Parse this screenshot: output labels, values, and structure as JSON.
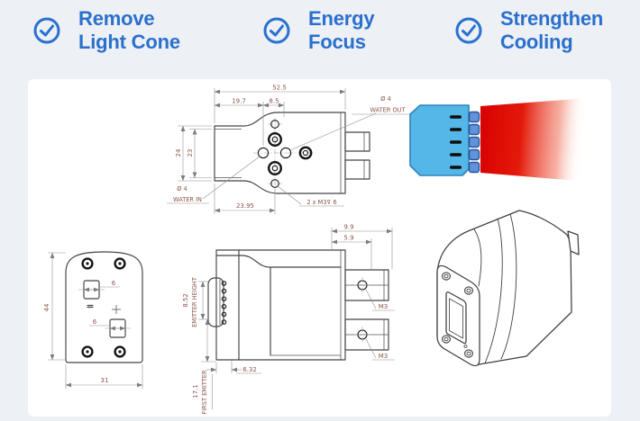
{
  "header": {
    "items": [
      {
        "line1": "Remove",
        "line2": "Light Cone"
      },
      {
        "line1": "Energy",
        "line2": "Focus"
      },
      {
        "line1": "Strengthen",
        "line2": "Cooling"
      }
    ]
  },
  "top_view": {
    "dim_overall": "52.5",
    "dim_left": "19.7",
    "dim_mid": "8.5",
    "dim_height_outer": "24",
    "dim_height_inner": "23",
    "dim_bottom": "23.95",
    "water_out_dia": "Ø 4",
    "water_out_label": "WATER OUT",
    "water_in_dia": "Ø 4",
    "water_in_label": "WATER IN",
    "thread_note": "2 x M3⊽ 6"
  },
  "front_view": {
    "dim_height": "44",
    "dim_width": "31",
    "dim_window_top": "6",
    "dim_window_bottom": "6"
  },
  "side_view": {
    "dim_tab_outer": "9.9",
    "dim_tab_inner": "5.9",
    "dim_emitter_height": "8.52",
    "label_emitter_height": "EMITTER HEIGHT",
    "dim_first_emitter": "17.1",
    "label_first_emitter": "FIRST EMITTER",
    "dim_offset": "6.32",
    "thread_top": "M3",
    "thread_bottom": "M3"
  },
  "colors": {
    "accent_blue": "#2a70cd",
    "module_blue": "#55b6e8",
    "emitter_blue": "#6093da",
    "beam_red": "#d80000",
    "dim_text": "#8a564b"
  }
}
